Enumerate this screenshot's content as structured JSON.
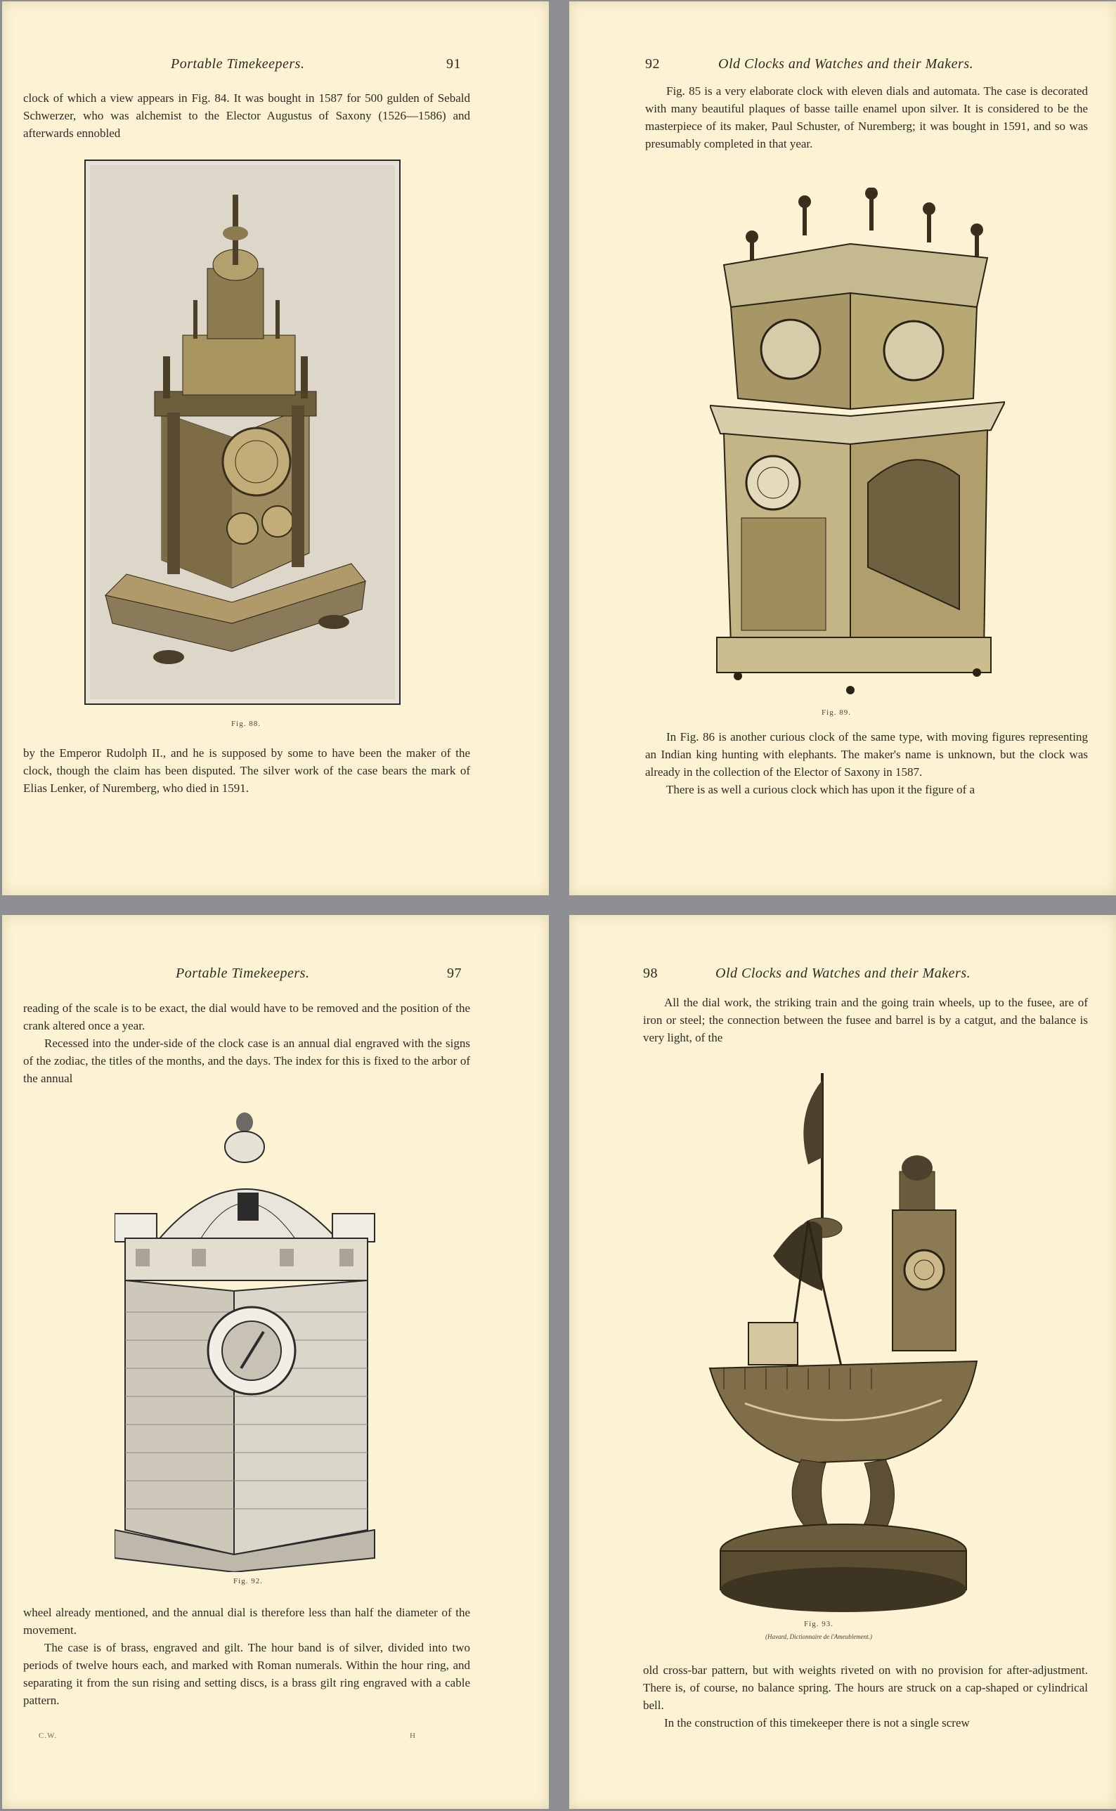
{
  "pages": [
    {
      "running_title": "Portable Timekeepers.",
      "page_number": "91",
      "text_top": [
        "clock of which a view appears in Fig. 84. It was bought in 1587 for 500 gulden of Sebald Schwerzer, who was alchemist to the Elector Augustus of Saxony (1526—1586) and afterwards ennobled"
      ],
      "figure_caption": "Fig. 88.",
      "text_bottom": [
        "by the Emperor Rudolph II., and he is supposed by some to have been the maker of the clock, though the claim has been disputed. The silver work of the case bears the mark of Elias Lenker, of Nuremberg, who died in 1591."
      ]
    },
    {
      "running_title": "Old Clocks and Watches and their Makers.",
      "page_number": "92",
      "text_top": [
        "Fig. 85 is a very elaborate clock with eleven dials and automata. The case is decorated with many beautiful plaques of basse taille enamel upon silver. It is considered to be the masterpiece of its maker, Paul Schuster, of Nuremberg; it was bought in 1591, and so was presumably completed in that year."
      ],
      "figure_caption": "Fig. 89.",
      "text_bottom": [
        "In Fig. 86 is another curious clock of the same type, with moving figures representing an Indian king hunting with elephants. The maker's name is unknown, but the clock was already in the collection of the Elector of Saxony in 1587.",
        "There is as well a curious clock which has upon it the figure of a"
      ]
    },
    {
      "running_title": "Portable Timekeepers.",
      "page_number": "97",
      "text_top": [
        "reading of the scale is to be exact, the dial would have to be removed and the position of the crank altered once a year.",
        "Recessed into the under-side of the clock case is an annual dial engraved with the signs of the zodiac, the titles of the months, and the days. The index for this is fixed to the arbor of the annual"
      ],
      "figure_caption": "Fig. 92.",
      "text_bottom": [
        "wheel already mentioned, and the annual dial is therefore less than half the diameter of the movement.",
        "The case is of brass, engraved and gilt. The hour band is of silver, divided into two periods of twelve hours each, and marked with Roman numerals. Within the hour ring, and separating it from the sun rising and setting discs, is a brass gilt ring engraved with a cable pattern."
      ],
      "footer_left": "C.W.",
      "footer_right": "H"
    },
    {
      "running_title": "Old Clocks and Watches and their Makers.",
      "page_number": "98",
      "text_top": [
        "All the dial work, the striking train and the going train wheels, up to the fusee, are of iron or steel; the connection between the fusee and barrel is by a catgut, and the balance is very light, of the"
      ],
      "figure_caption": "Fig. 93.",
      "figure_subcaption": "(Havard, Dictionnaire de l'Ameublement.)",
      "text_bottom": [
        "old cross-bar pattern, but with weights riveted on with no provision for after-adjustment. There is, of course, no balance spring. The hours are struck on a cap-shaped or cylindrical bell.",
        "In the construction of this timekeeper there is not a single screw"
      ]
    }
  ]
}
